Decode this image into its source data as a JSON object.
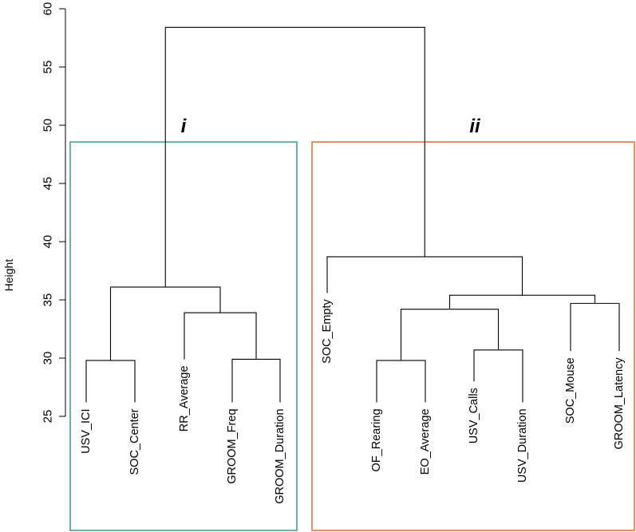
{
  "chart_data": {
    "type": "dendrogram",
    "ylabel": "Height",
    "ylim": [
      25,
      60
    ],
    "yticks": [
      25,
      30,
      35,
      40,
      45,
      50,
      55,
      60
    ],
    "leaves": [
      "USV_ICI",
      "SOC_Center",
      "RR_Average",
      "GROOM_Freq",
      "GROOM_Duration",
      "SOC_Empty",
      "OF_Rearing",
      "EO_Average",
      "USV_Calls",
      "USV_Duration",
      "SOC_Mouse",
      "GROOM_Latency"
    ],
    "merges": [
      {
        "left": "USV_ICI",
        "right": "SOC_Center",
        "height": 29.8
      },
      {
        "left": "GROOM_Freq",
        "right": "GROOM_Duration",
        "height": 29.9
      },
      {
        "left": "RR_Average",
        "right": "(GROOM_Freq, GROOM_Duration)",
        "height": 33.9
      },
      {
        "left": "(USV_ICI, SOC_Center)",
        "right": "(RR_Average, GROOM_Freq, GROOM_Duration)",
        "height": 36.1
      },
      {
        "left": "OF_Rearing",
        "right": "EO_Average",
        "height": 29.8
      },
      {
        "left": "USV_Calls",
        "right": "USV_Duration",
        "height": 30.7
      },
      {
        "left": "(OF_Rearing, EO_Average)",
        "right": "(USV_Calls, USV_Duration)",
        "height": 34.2
      },
      {
        "left": "SOC_Mouse",
        "right": "GROOM_Latency",
        "height": 34.7
      },
      {
        "left": "(OF_Rearing, EO_Average, USV_Calls, USV_Duration)",
        "right": "(SOC_Mouse, GROOM_Latency)",
        "height": 35.4
      },
      {
        "left": "SOC_Empty",
        "right": "(OF_Rearing, EO_Average, USV_Calls, USV_Duration, SOC_Mouse, GROOM_Latency)",
        "height": 38.7
      },
      {
        "left": "cluster i",
        "right": "cluster ii",
        "height": 58.4
      }
    ],
    "leaf_heights": {
      "USV_ICI": 26.2,
      "SOC_Center": 26.2,
      "RR_Average": 29.9,
      "GROOM_Freq": 26.2,
      "GROOM_Duration": 26.2,
      "SOC_Empty": 35.6,
      "OF_Rearing": 26.2,
      "EO_Average": 26.2,
      "USV_Calls": 28.0,
      "USV_Duration": 26.2,
      "SOC_Mouse": 30.6,
      "GROOM_Latency": 30.6
    },
    "clusters": [
      {
        "label": "i",
        "color": "#3a9b7f",
        "members": [
          "USV_ICI",
          "SOC_Center",
          "RR_Average",
          "GROOM_Freq",
          "GROOM_Duration"
        ]
      },
      {
        "label": "ii",
        "color": "#de6a36",
        "members": [
          "SOC_Empty",
          "OF_Rearing",
          "EO_Average",
          "USV_Calls",
          "USV_Duration",
          "SOC_Mouse",
          "GROOM_Latency"
        ]
      }
    ],
    "line_color": "#000000"
  }
}
